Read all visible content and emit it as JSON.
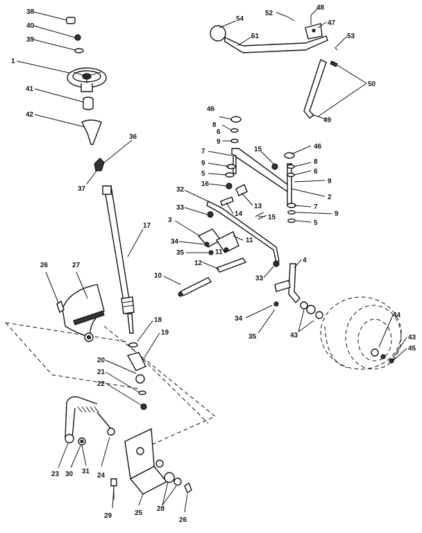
{
  "labels": {
    "l1": "1",
    "l2": "2",
    "l3": "3",
    "l4": "4",
    "l5a": "5",
    "l5b": "5",
    "l6a": "6",
    "l6b": "6",
    "l7a": "7",
    "l7b": "7",
    "l8a": "8",
    "l8b": "8",
    "l9a": "9",
    "l9b": "9",
    "l9c": "9",
    "l9d": "9",
    "l10": "10",
    "l11a": "11",
    "l11b": "11",
    "l12": "12",
    "l13": "13",
    "l14": "14",
    "l15a": "15",
    "l15b": "15",
    "l16": "16",
    "l17": "17",
    "l18": "18",
    "l19": "19",
    "l20": "20",
    "l21": "21",
    "l22": "22",
    "l23": "23",
    "l24": "24",
    "l25": "25",
    "l26a": "26",
    "l26b": "26",
    "l27": "27",
    "l28": "28",
    "l29": "29",
    "l30": "30",
    "l31": "31",
    "l32": "32",
    "l33a": "33",
    "l33b": "33",
    "l34a": "34",
    "l34b": "34",
    "l35a": "35",
    "l35b": "35",
    "l36": "36",
    "l37": "37",
    "l38": "38",
    "l39": "39",
    "l40": "40",
    "l41": "41",
    "l42": "42",
    "l43a": "43",
    "l43b": "43",
    "l44": "44",
    "l45": "45",
    "l46a": "46",
    "l46b": "46",
    "l47": "47",
    "l48": "48",
    "l49": "49",
    "l50": "50",
    "l51": "51",
    "l52": "52",
    "l53": "53",
    "l54": "54"
  }
}
